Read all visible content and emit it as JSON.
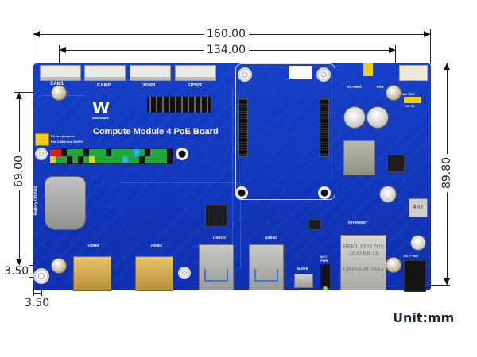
{
  "title": "Compute Module 4 PoE Board dimensions",
  "unit_label": "Unit:mm",
  "dimensions": {
    "overall_width": "160.00",
    "hole_spacing_width": "134.00",
    "overall_height": "89.80",
    "hole_spacing_height": "69.00",
    "hole_offset_x": "3.50",
    "hole_offset_y": "3.50"
  },
  "board": {
    "name": "Compute Module 4 PoE Board",
    "brand": "Waveshare",
    "colors": {
      "pcb": "#1233b8",
      "silkscreen": "#ffffff",
      "connector_gold": "#d4b050"
    },
    "connectors": {
      "cam1": "CAM1",
      "cam0": "CAM0",
      "disp0": "DISP0",
      "disp1": "DISP1",
      "hdmi0": "HDMI0",
      "hdmi1": "HDMI1",
      "usb12": "USB1/2",
      "usb34": "USB3/4",
      "slave": "SLAVE",
      "ethernet": "ETHERNET",
      "dc_in": "DC 7~36V",
      "io_vref": "IO-VREF",
      "poe": "PoE",
      "fan_vdd": "FAN VDD",
      "fan_options": "12V 5V",
      "act_pwr": "ACT\nPWR",
      "battery": "Battery CR2032",
      "jumper_note_1": "Fit two jumpers",
      "jumper_note_2": "For CAM0 and DISP0",
      "inductor": "4R7"
    },
    "rj45_marking": [
      "HRK1-1871PGS",
      "-36A1BB-1R",
      "CHINA  M 1842"
    ],
    "gpio_pin_colors": [
      "#d62020",
      "#d62020",
      "#111111",
      "#1fa83a",
      "#1fa83a",
      "#1fa83a",
      "#111111",
      "#1fa83a",
      "#1fa83a",
      "#1fa83a",
      "#111111",
      "#1fa83a",
      "#1fa83a",
      "#1fa83a",
      "#1fa83a",
      "#2bb3e8",
      "#1fa83a",
      "#111111",
      "#1fa83a",
      "#1fa83a",
      "#1fa83a",
      "#111111"
    ],
    "gpio_pin_colors_bottom": [
      "#e8d020",
      "#1fa83a",
      "#1fa83a",
      "#111111",
      "#1fa83a",
      "#111111",
      "#1fa83a",
      "#e8d020",
      "#1fa83a",
      "#1fa83a",
      "#1fa83a",
      "#1fa83a",
      "#1fa83a",
      "#2bb3e8",
      "#1fa83a",
      "#1fa83a",
      "#111111",
      "#1fa83a",
      "#1fa83a",
      "#1fa83a",
      "#1fa83a",
      "#111111"
    ]
  }
}
